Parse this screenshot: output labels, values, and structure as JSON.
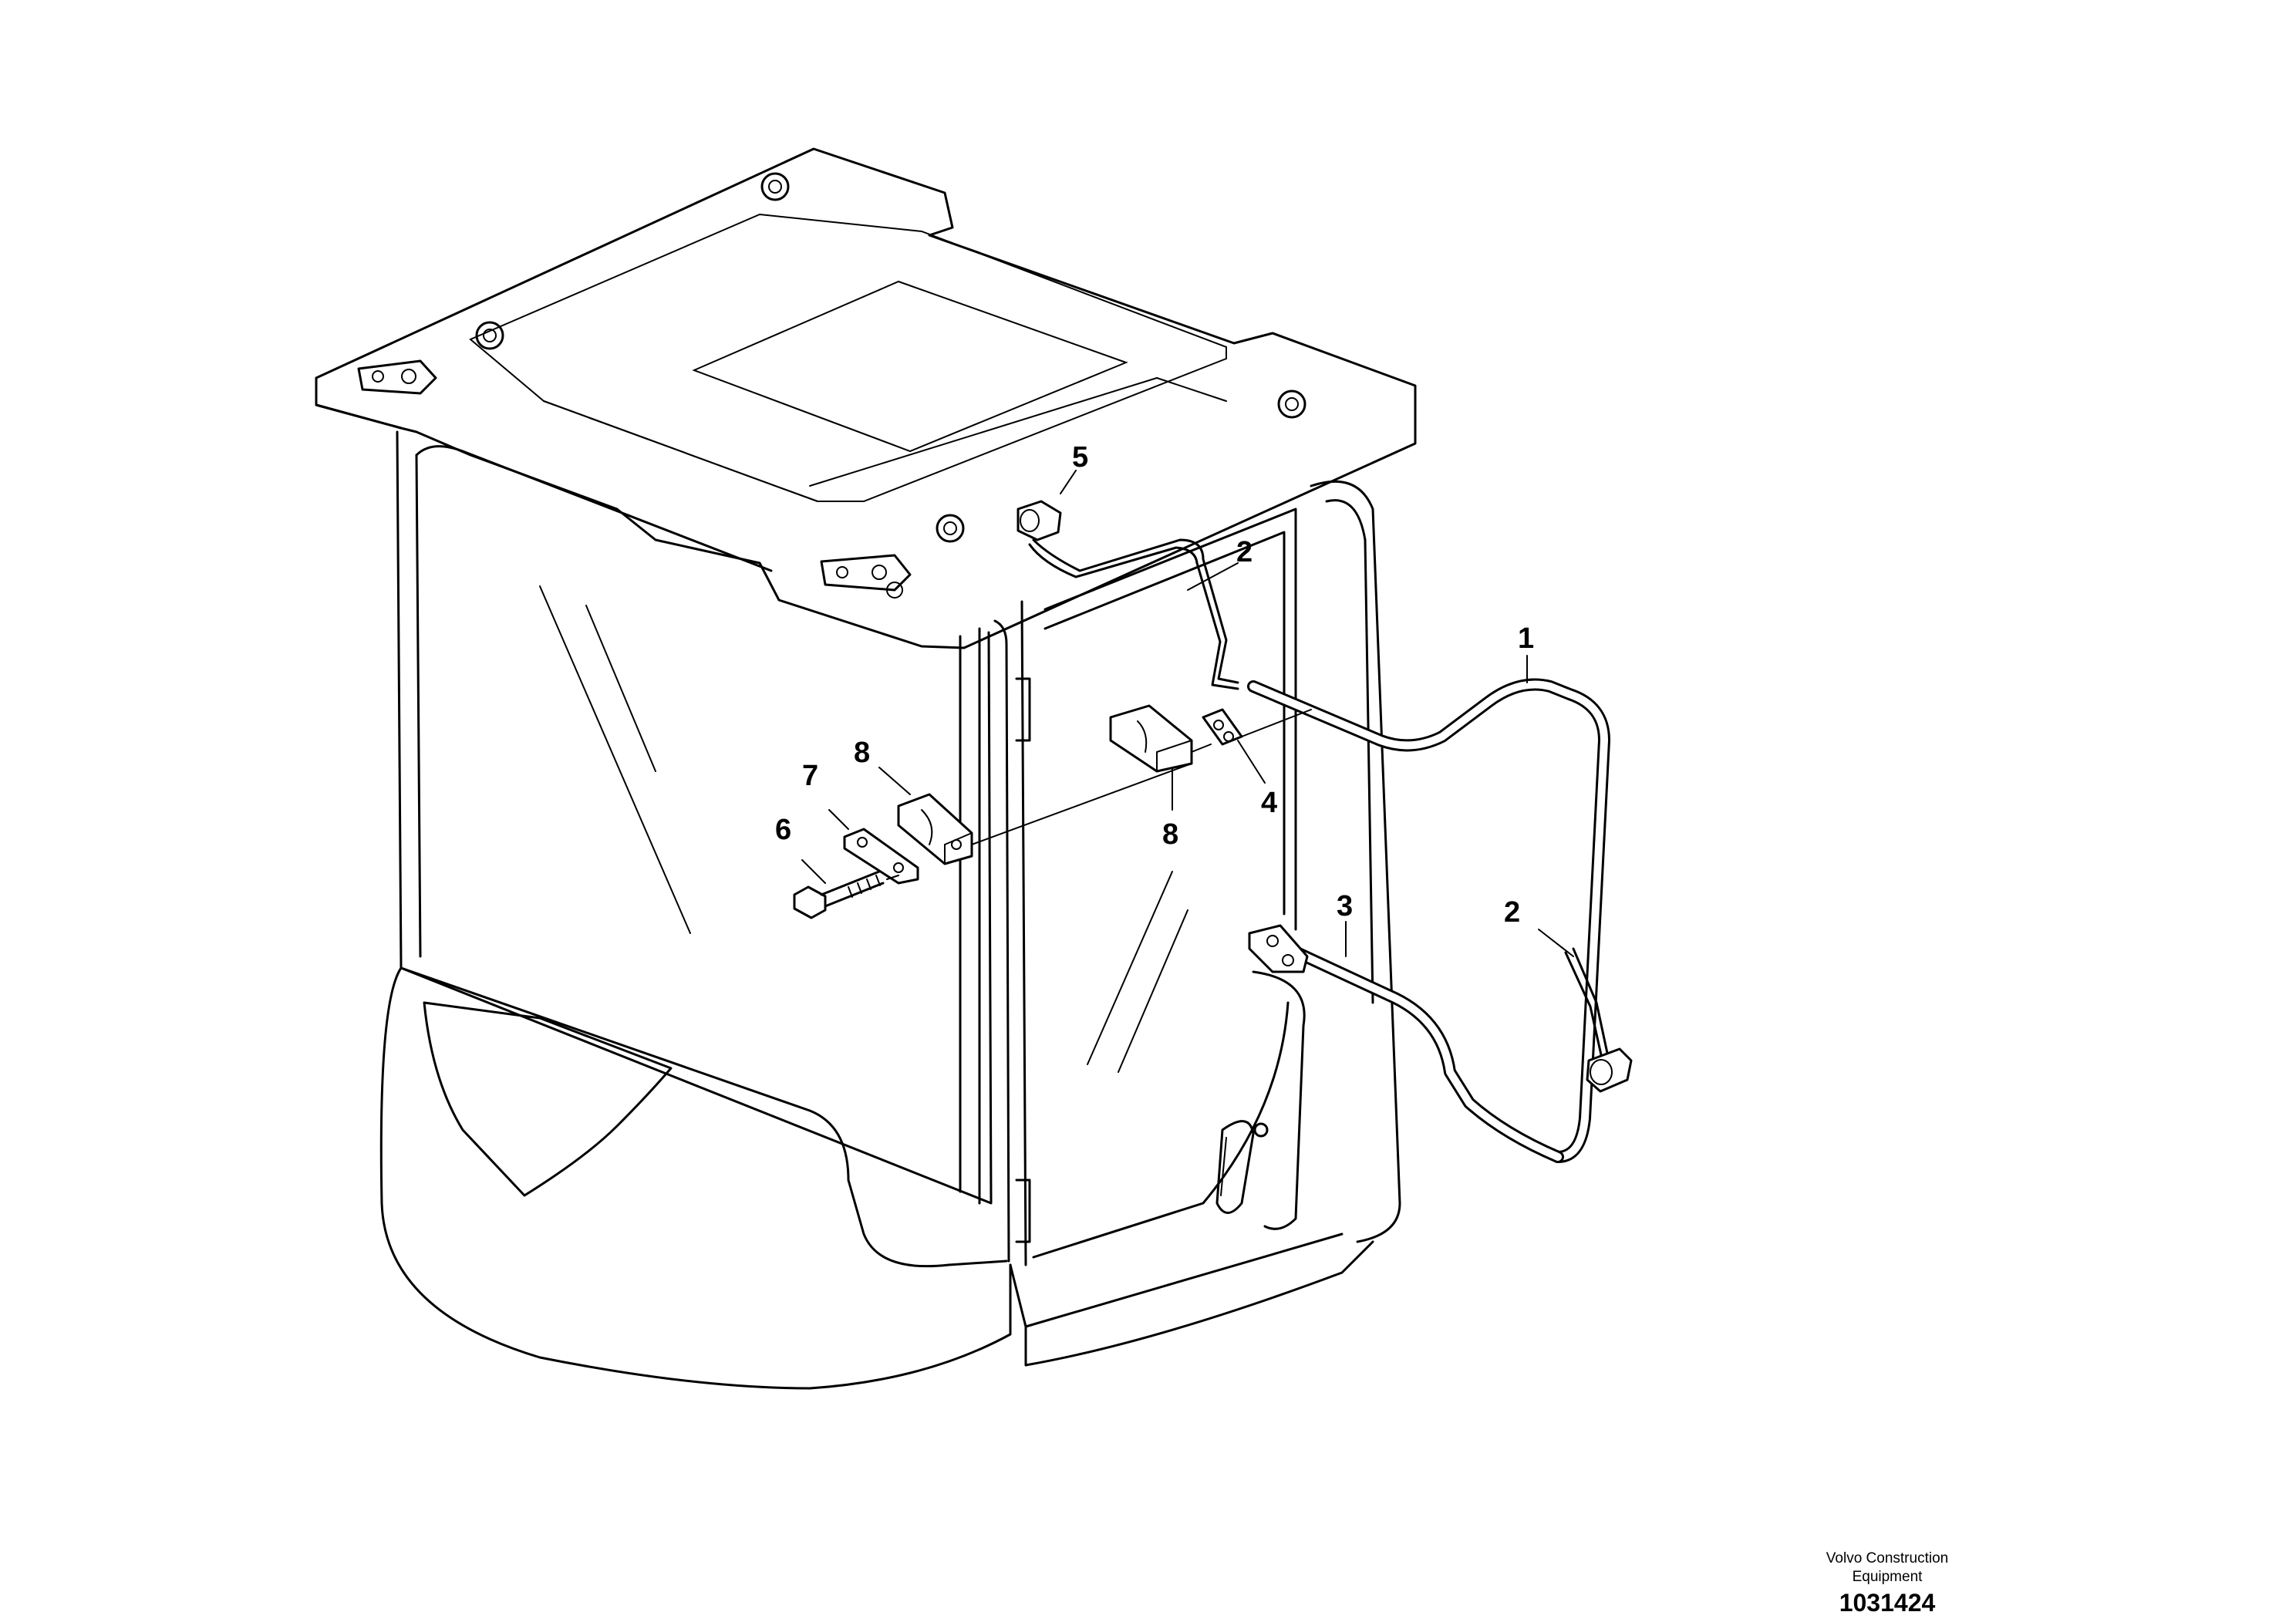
{
  "callouts": {
    "c1": "1",
    "c2a": "2",
    "c2b": "2",
    "c3": "3",
    "c4": "4",
    "c5": "5",
    "c6": "6",
    "c7": "7",
    "c8a": "8",
    "c8b": "8"
  },
  "credit": {
    "line1": "Volvo Construction",
    "line2": "Equipment",
    "number": "1031424"
  },
  "colors": {
    "line": "#000000",
    "background": "#ffffff"
  }
}
